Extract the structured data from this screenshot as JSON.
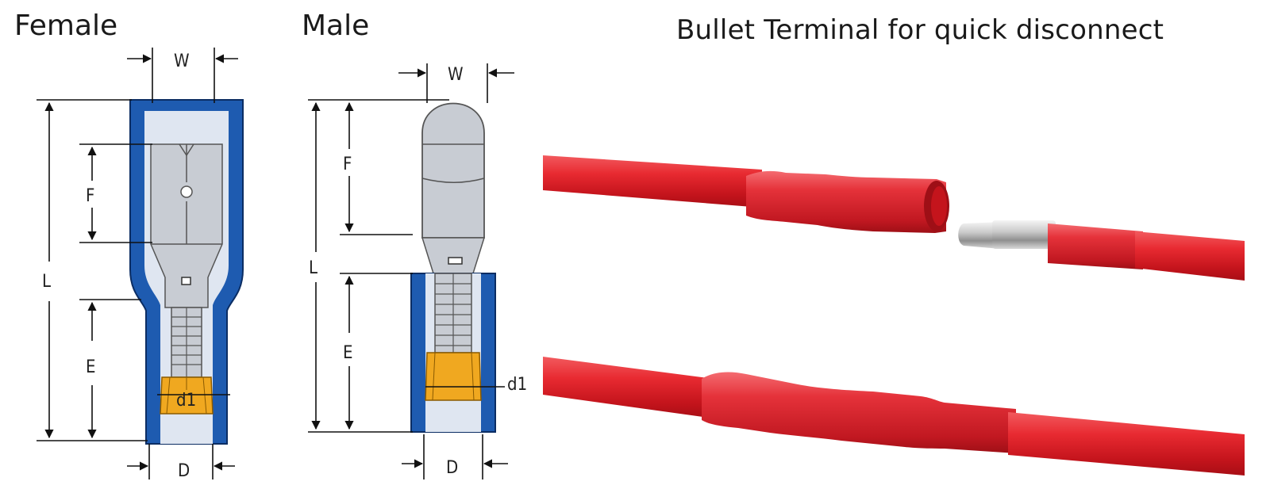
{
  "titles": {
    "female": "Female",
    "male": "Male",
    "photo": "Bullet Terminal for quick disconnect"
  },
  "female_dims": {
    "width": "W",
    "length": "L",
    "f": "F",
    "e": "E",
    "d1": "d1",
    "d": "D"
  },
  "male_dims": {
    "width": "W",
    "length": "L",
    "f": "F",
    "e": "E",
    "d1": "d1",
    "d": "D"
  },
  "colors": {
    "insulation_blue": "#1e5bb0",
    "metal_gray": "#c8ccd3",
    "crimp_orange": "#f0a820",
    "wire_red": "#e0232b",
    "sleeve_red": "#d81f2a"
  }
}
